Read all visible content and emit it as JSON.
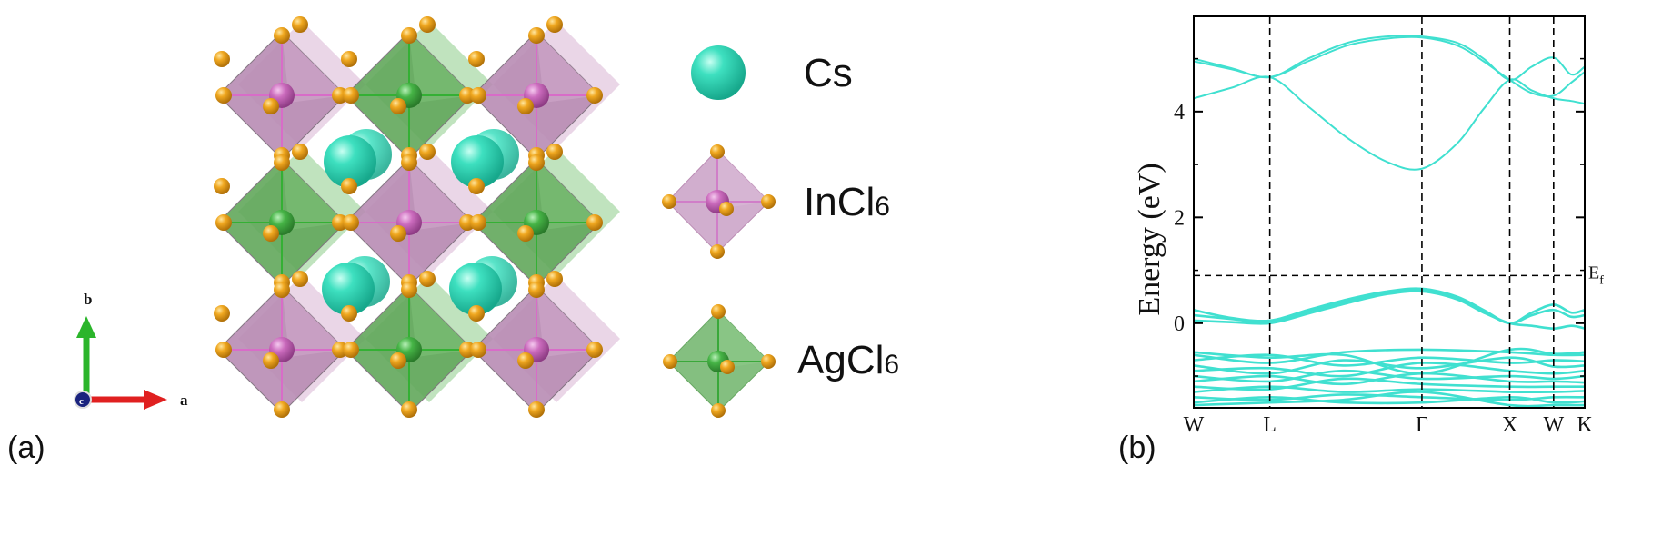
{
  "panel_a": {
    "label": "(a)",
    "axes": {
      "b_label": "b",
      "a_label": "a",
      "c_label": "c"
    },
    "legend": [
      {
        "label": "Cs",
        "color": "#2fd6b4"
      },
      {
        "label_main": "InCl",
        "label_sub": "6",
        "color": "#c9a0c6"
      },
      {
        "label_main": "AgCl",
        "label_sub": "6",
        "color": "#6fb46a"
      }
    ],
    "colors": {
      "chlorine": "#e8a218",
      "indium": "#c86cb8",
      "silver": "#4aa84a",
      "cesium": "#2fd6b4"
    }
  },
  "panel_b": {
    "label": "(b)",
    "fermi_label_main": "E",
    "fermi_label_sub": "f"
  },
  "chart_data": {
    "type": "line",
    "title": "",
    "xlabel": "",
    "ylabel": "Energy (eV)",
    "ylim": [
      -1.6,
      5.8
    ],
    "yticks": [
      0,
      2,
      4
    ],
    "grid": false,
    "line_color": "#40e0d0",
    "high_symmetry_points": [
      {
        "label": "W",
        "x": 0.0
      },
      {
        "label": "L",
        "x": 0.866
      },
      {
        "label": "Γ",
        "x": 2.598
      },
      {
        "label": "X",
        "x": 3.598
      },
      {
        "label": "W",
        "x": 4.098
      },
      {
        "label": "K",
        "x": 4.452
      }
    ],
    "fermi_level": 0.9,
    "conduction_bands": [
      {
        "x": [
          0,
          0.43,
          0.866,
          1.3,
          1.75,
          2.2,
          2.598,
          3.0,
          3.3,
          3.598,
          3.85,
          4.098,
          4.3,
          4.452
        ],
        "y": [
          4.25,
          4.45,
          4.65,
          4.1,
          3.5,
          3.05,
          2.92,
          3.4,
          4.05,
          4.6,
          4.4,
          4.25,
          4.2,
          4.15
        ]
      },
      {
        "x": [
          0,
          0.43,
          0.866,
          1.3,
          1.75,
          2.2,
          2.598,
          3.0,
          3.3,
          3.598,
          3.85,
          4.098,
          4.3,
          4.452
        ],
        "y": [
          5.0,
          4.82,
          4.65,
          5.0,
          5.3,
          5.42,
          5.42,
          5.3,
          5.0,
          4.6,
          4.85,
          5.02,
          4.7,
          4.85
        ]
      },
      {
        "x": [
          0,
          0.43,
          0.866,
          1.3,
          1.75,
          2.2,
          2.598,
          3.0,
          3.3,
          3.598,
          3.85,
          4.098,
          4.3,
          4.452
        ],
        "y": [
          4.95,
          4.8,
          4.65,
          4.95,
          5.25,
          5.38,
          5.4,
          5.25,
          4.95,
          4.6,
          4.35,
          4.3,
          4.55,
          4.75
        ]
      }
    ],
    "valence_bands": [
      {
        "x": [
          0,
          0.43,
          0.866,
          1.3,
          1.75,
          2.2,
          2.598,
          3.0,
          3.3,
          3.598,
          3.85,
          4.098,
          4.3,
          4.452
        ],
        "y": [
          0.25,
          0.1,
          0.05,
          0.25,
          0.45,
          0.6,
          0.65,
          0.5,
          0.25,
          0.0,
          0.2,
          0.35,
          0.2,
          0.25
        ]
      },
      {
        "x": [
          0,
          0.43,
          0.866,
          1.3,
          1.75,
          2.2,
          2.598,
          3.0,
          3.3,
          3.598,
          3.85,
          4.098,
          4.3,
          4.452
        ],
        "y": [
          0.15,
          0.08,
          0.02,
          0.22,
          0.42,
          0.58,
          0.62,
          0.48,
          0.22,
          0.0,
          0.15,
          0.25,
          0.12,
          0.15
        ]
      },
      {
        "x": [
          0,
          0.43,
          0.866,
          1.3,
          1.75,
          2.2,
          2.598,
          3.0,
          3.3,
          3.598,
          3.85,
          4.098,
          4.3,
          4.452
        ],
        "y": [
          0.05,
          0.02,
          0.0,
          0.18,
          0.38,
          0.55,
          0.6,
          0.45,
          0.2,
          0.0,
          -0.05,
          -0.1,
          -0.05,
          -0.1
        ]
      },
      {
        "x": [
          0,
          0.866,
          1.7,
          2.598,
          3.598,
          4.098,
          4.452
        ],
        "y": [
          -0.6,
          -0.75,
          -0.55,
          -0.5,
          -0.55,
          -0.6,
          -0.6
        ]
      },
      {
        "x": [
          0,
          0.866,
          1.7,
          2.598,
          3.598,
          4.098,
          4.452
        ],
        "y": [
          -0.7,
          -0.6,
          -0.8,
          -0.65,
          -0.75,
          -0.7,
          -0.72
        ]
      },
      {
        "x": [
          0,
          0.866,
          1.7,
          2.598,
          3.598,
          4.098,
          4.452
        ],
        "y": [
          -0.8,
          -0.95,
          -0.7,
          -0.85,
          -0.65,
          -0.82,
          -0.8
        ]
      },
      {
        "x": [
          0,
          0.866,
          1.7,
          2.598,
          3.598,
          4.098,
          4.452
        ],
        "y": [
          -0.9,
          -0.85,
          -1.0,
          -0.75,
          -0.9,
          -0.95,
          -0.9
        ]
      },
      {
        "x": [
          0,
          0.866,
          1.7,
          2.598,
          3.598,
          4.098,
          4.452
        ],
        "y": [
          -1.0,
          -1.1,
          -0.9,
          -1.05,
          -1.0,
          -1.05,
          -1.0
        ]
      },
      {
        "x": [
          0,
          0.866,
          1.7,
          2.598,
          3.598,
          4.098,
          4.452
        ],
        "y": [
          -1.1,
          -1.0,
          -1.15,
          -0.95,
          -1.1,
          -1.1,
          -1.12
        ]
      },
      {
        "x": [
          0,
          0.866,
          1.7,
          2.598,
          3.598,
          4.098,
          4.452
        ],
        "y": [
          -1.2,
          -1.25,
          -1.05,
          -1.15,
          -1.2,
          -1.2,
          -1.2
        ]
      },
      {
        "x": [
          0,
          0.866,
          1.7,
          2.598,
          3.598,
          4.098,
          4.452
        ],
        "y": [
          -1.3,
          -1.2,
          -1.3,
          -1.25,
          -1.3,
          -1.3,
          -1.28
        ]
      },
      {
        "x": [
          0,
          0.866,
          1.7,
          2.598,
          3.598,
          4.098,
          4.452
        ],
        "y": [
          -1.4,
          -1.45,
          -1.35,
          -1.4,
          -1.45,
          -1.4,
          -1.4
        ]
      },
      {
        "x": [
          0,
          0.866,
          1.7,
          2.598,
          3.598,
          4.098,
          4.452
        ],
        "y": [
          -1.5,
          -1.4,
          -1.5,
          -1.5,
          -1.4,
          -1.5,
          -1.48
        ]
      },
      {
        "x": [
          0,
          0.866,
          1.7,
          2.598,
          3.598,
          4.098,
          4.452
        ],
        "y": [
          -0.55,
          -0.65,
          -0.6,
          -0.95,
          -0.5,
          -0.58,
          -0.55
        ]
      },
      {
        "x": [
          0,
          0.866,
          1.7,
          2.598,
          3.598,
          4.098,
          4.452
        ],
        "y": [
          -1.55,
          -1.5,
          -1.45,
          -1.3,
          -1.55,
          -1.55,
          -1.55
        ]
      }
    ]
  }
}
